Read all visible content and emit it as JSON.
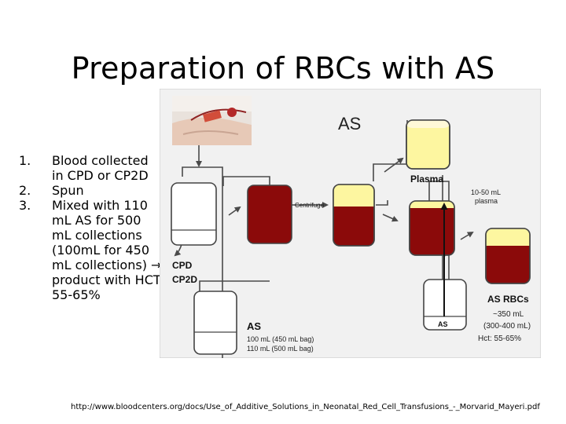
{
  "title": "Preparation of RBCs with AS",
  "steps": [
    {
      "number": "1.",
      "text": "Blood collected in CPD or CP2D"
    },
    {
      "number": "2.",
      "text": "Spun"
    },
    {
      "number": "3.",
      "text": "Mixed with 110 mL AS for 500 mL collections (100mL for 450 mL collections) → product with HCT 55-65%"
    }
  ],
  "figure": {
    "heading": "AS",
    "centrifuge": "Centrifuge",
    "plasma": "Plasma",
    "plasma_note_1": "10-50 mL",
    "plasma_note_2": "plasma",
    "anticoag_1": "CPD",
    "anticoag_2": "CP2D",
    "as_label": "AS",
    "as_bag_label": "AS",
    "as_vol_1": "100 mL (450 mL bag)",
    "as_vol_2": "110 mL (500 mL bag)",
    "rbc_title": "AS RBCs",
    "rbc_vol": "~350 mL",
    "rbc_range": "(300-400 mL)",
    "rbc_hct": "Hct: 55-65%",
    "colors": {
      "blood": "#8b0a0a",
      "plasma": "#fdf6a0",
      "panel": "#f1f1f1"
    }
  },
  "footer_url": "http://www.bloodcenters.org/docs/Use_of_Additive_Solutions_in_Neonatal_Red_Cell_Transfusions_-_Morvarid_Mayeri.pdf"
}
